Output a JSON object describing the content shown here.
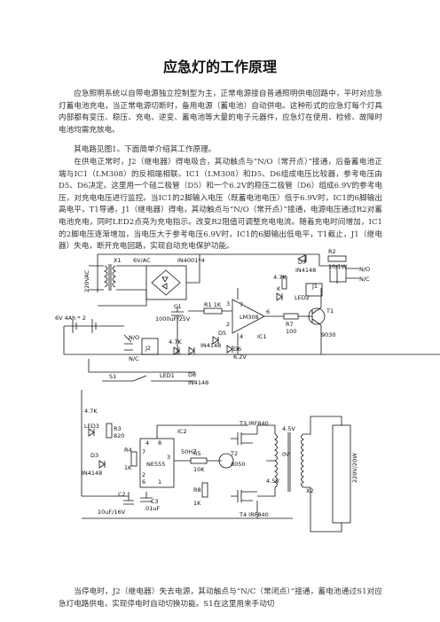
{
  "document": {
    "title": "应急灯的工作原理",
    "paragraphs": {
      "intro": "应急照明系统以自带电源独立控制型为主，正常电源接自普通照明供电回路中，平时对应急灯蓄电池充电，当正常电源切断时，备用电源（蓄电池）自动供电。这种形式的应急灯每个灯具内部都有变压、稳压、充电、逆变、蓄电池等大量的电子元器件，应急灯在使用、检修、故障时电池均需充放电。",
      "reference": "其电路见图1。下面简单介绍其工作原理。",
      "normal": "在供电正常时，J2（继电器）得电吸合，其动触点与“N/O（常开点）”接通，后备蓄电池正端与IC1（LM308）的反相端相联。IC1（LM308）和D5、D6组成电压比较器，参考电压由D5、D6决定。这里用一个硅二极管（D5）和一个6.2V的稳压二极管（D6）组成6.9V的参考电压，对充电电压进行监控。当IC1的2脚输入电压（既蓄电池电压）低于6.9V时，IC1的6脚输出高电平，T1导通，J1（继电器）得电，其动触点与“N/O（常开点）”接通，电源电压通过R2对蓄电池充电，同时LED2点亮为充电指示。改变R2阻值可调整充电电流。随着充电时间增加，IC1的2脚电压逐渐增加，当电压大于参考电压6.9V时，IC1的6脚输出低电平，T1截止，J1（继电器）失电，断开充电回路，实现自动充电保护功能。",
      "outage": "当停电时，J2（继电器）失去电源，其动触点与“N/C（常闭点）”接通，蓄电池通过S1对应急灯电路供电，实现停电时自动切换功能。S1在这里用来手动切"
    }
  },
  "schematic": {
    "labels": {
      "x1": "X1",
      "vac_in": "220VAC",
      "vac_out": "6V/AC",
      "bridge": "IN4001*4",
      "d7": "D7",
      "d7_part": "IN4148",
      "r2": "R2",
      "r2_value": "10/1W",
      "r4k7": "4.7K",
      "led2": "LED2",
      "j1": "J1",
      "no": "N/O",
      "nc": "N/C",
      "c1": "C1",
      "c1_value": "1000uF/25V",
      "r1": "R1 1K",
      "ic1_part": "LM308",
      "ic1": "IC1",
      "t1": "T1",
      "t1_part": "9030",
      "r7": "R7",
      "r7_value": "100",
      "battery": "6V 4Ah * 2",
      "j2": "J2",
      "led1": "LED1",
      "d4_part": "IN4148",
      "d5": "D5",
      "d6": "D6",
      "d6_value": "6.2V",
      "d8": "D8",
      "d8_part": "IN4148",
      "s1": "S1",
      "r5_top": "4.7K",
      "led3": "LED3",
      "r3": "R3",
      "r3_value": "820",
      "ic2": "IC2",
      "ic2_part": "NE555",
      "freq": "50HZ",
      "t3": "T3 IRF840",
      "t4": "T4 IRF840",
      "v45a": "4.5V",
      "v45b": "4.5V",
      "v0": "0V",
      "d3": "D3",
      "d3_part": "IN4148",
      "r4": "R4",
      "r4_value": "1K",
      "r5": "R5",
      "r5_value": "10K",
      "t2": "T2",
      "t2_part": "8050",
      "r8": "R8",
      "r8_value": "1K",
      "c2": "C2",
      "c2_value": "10uF/16V",
      "c3": "C3",
      "c3_value": ".01uF",
      "x2": "X2",
      "tube": "220V/20W",
      "pin4": "4",
      "pin8": "8",
      "pin7": "7",
      "pin3": "3",
      "pin2": "2",
      "pin6": "6",
      "pin1": "1",
      "op_pin7": "7",
      "op_pin3": "3",
      "op_pin2": "2",
      "op_pin4": "4",
      "op_pin6": "6",
      "r_lab_k": "K"
    }
  }
}
